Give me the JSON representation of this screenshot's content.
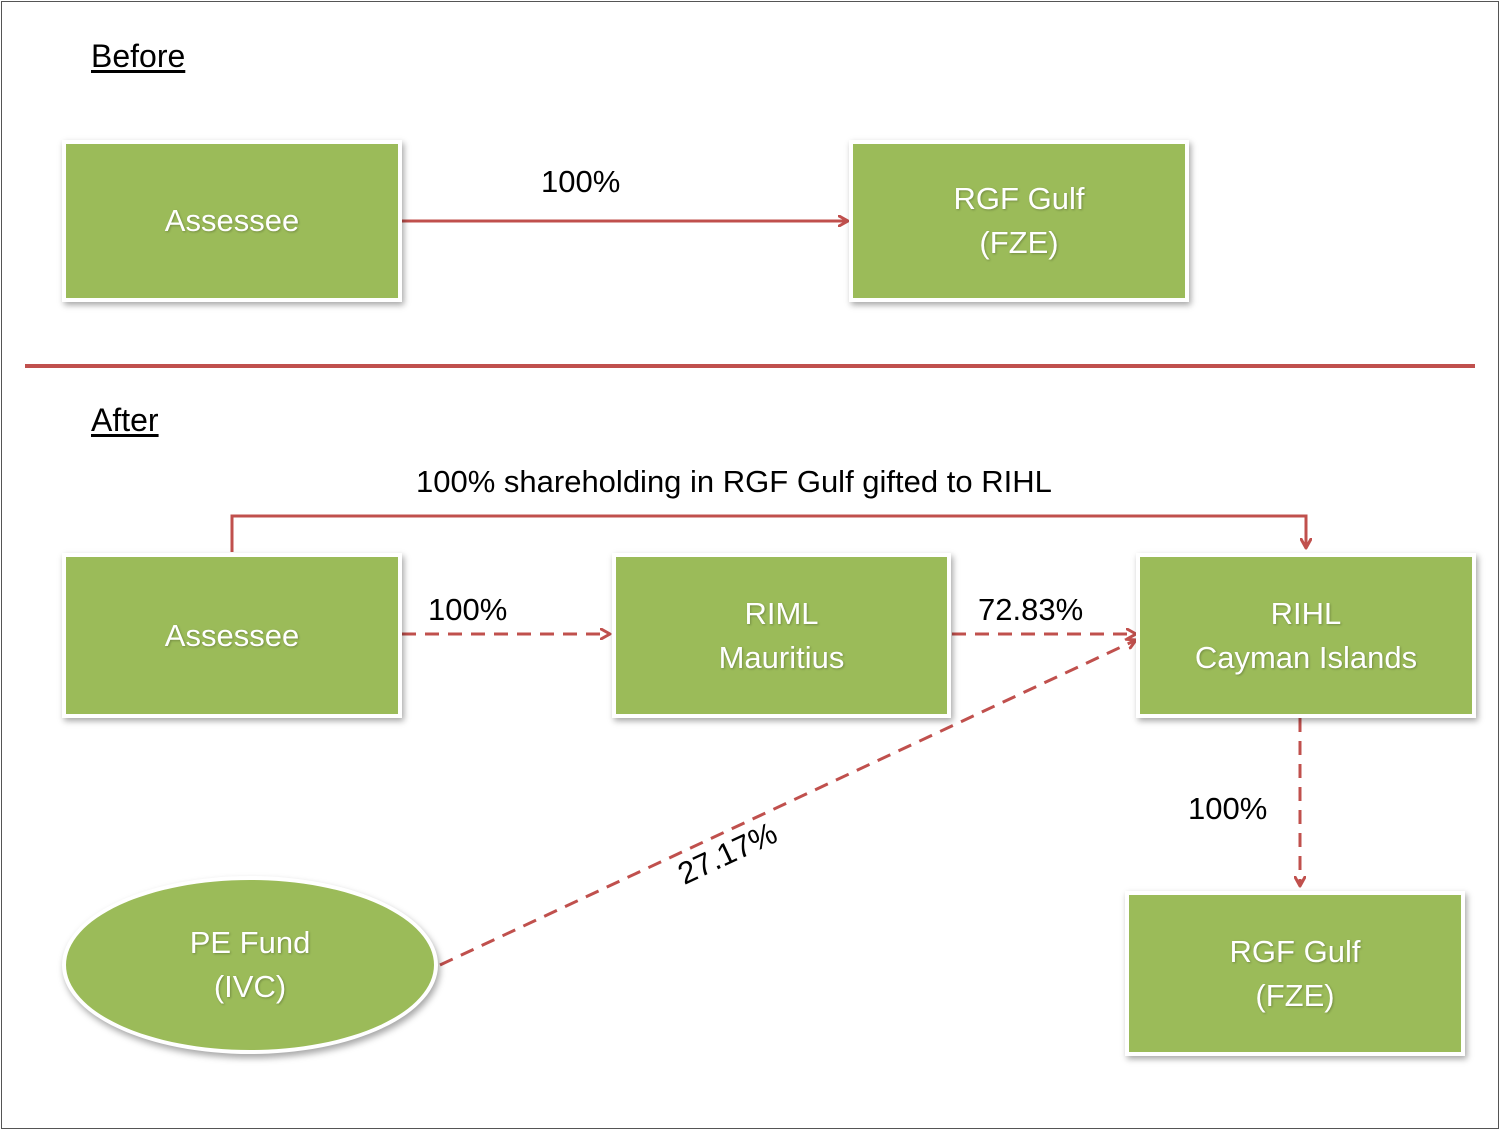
{
  "before": {
    "title": "Before",
    "assessee": "Assessee",
    "rgf": {
      "line1": "RGF Gulf",
      "line2": "(FZE)"
    },
    "pct": "100%"
  },
  "after": {
    "title": "After",
    "gift_label": "100% shareholding in RGF Gulf gifted to RIHL",
    "assessee": "Assessee",
    "riml": {
      "line1": "RIML",
      "line2": "Mauritius"
    },
    "rihl": {
      "line1": "RIHL",
      "line2": "Cayman Islands"
    },
    "rgf": {
      "line1": "RGF Gulf",
      "line2": "(FZE)"
    },
    "pe": {
      "line1": "PE Fund",
      "line2": "(IVC)"
    },
    "pct_assessee_riml": "100%",
    "pct_riml_rihl": "72.83%",
    "pct_rihl_rgf": "100%",
    "pct_pe_rihl": "27.17%"
  },
  "colors": {
    "box_fill": "#9bbb59",
    "arrow": "#c0504d"
  }
}
